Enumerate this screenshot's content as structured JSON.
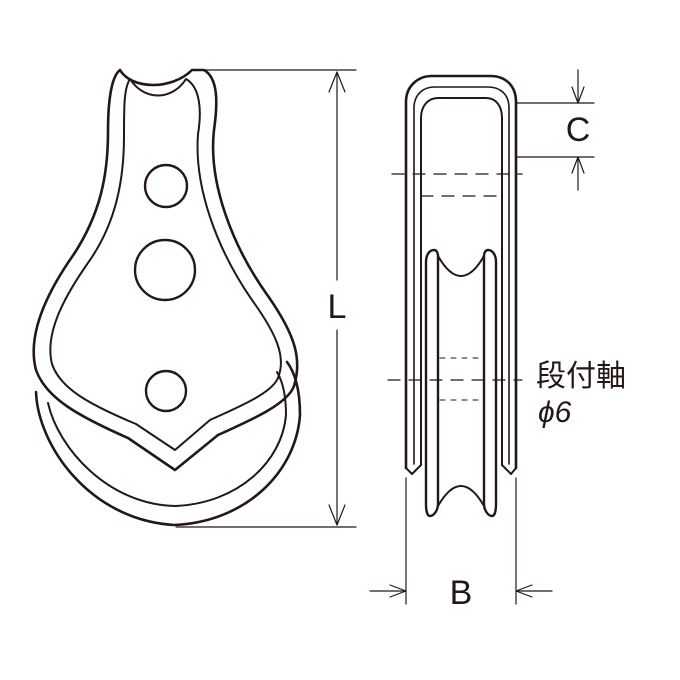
{
  "labels": {
    "length": "L",
    "clearance": "C",
    "width": "B",
    "shaft_name": "段付軸",
    "shaft_diameter": "ϕ6"
  },
  "colors": {
    "line": "#231815",
    "background": "#ffffff"
  }
}
